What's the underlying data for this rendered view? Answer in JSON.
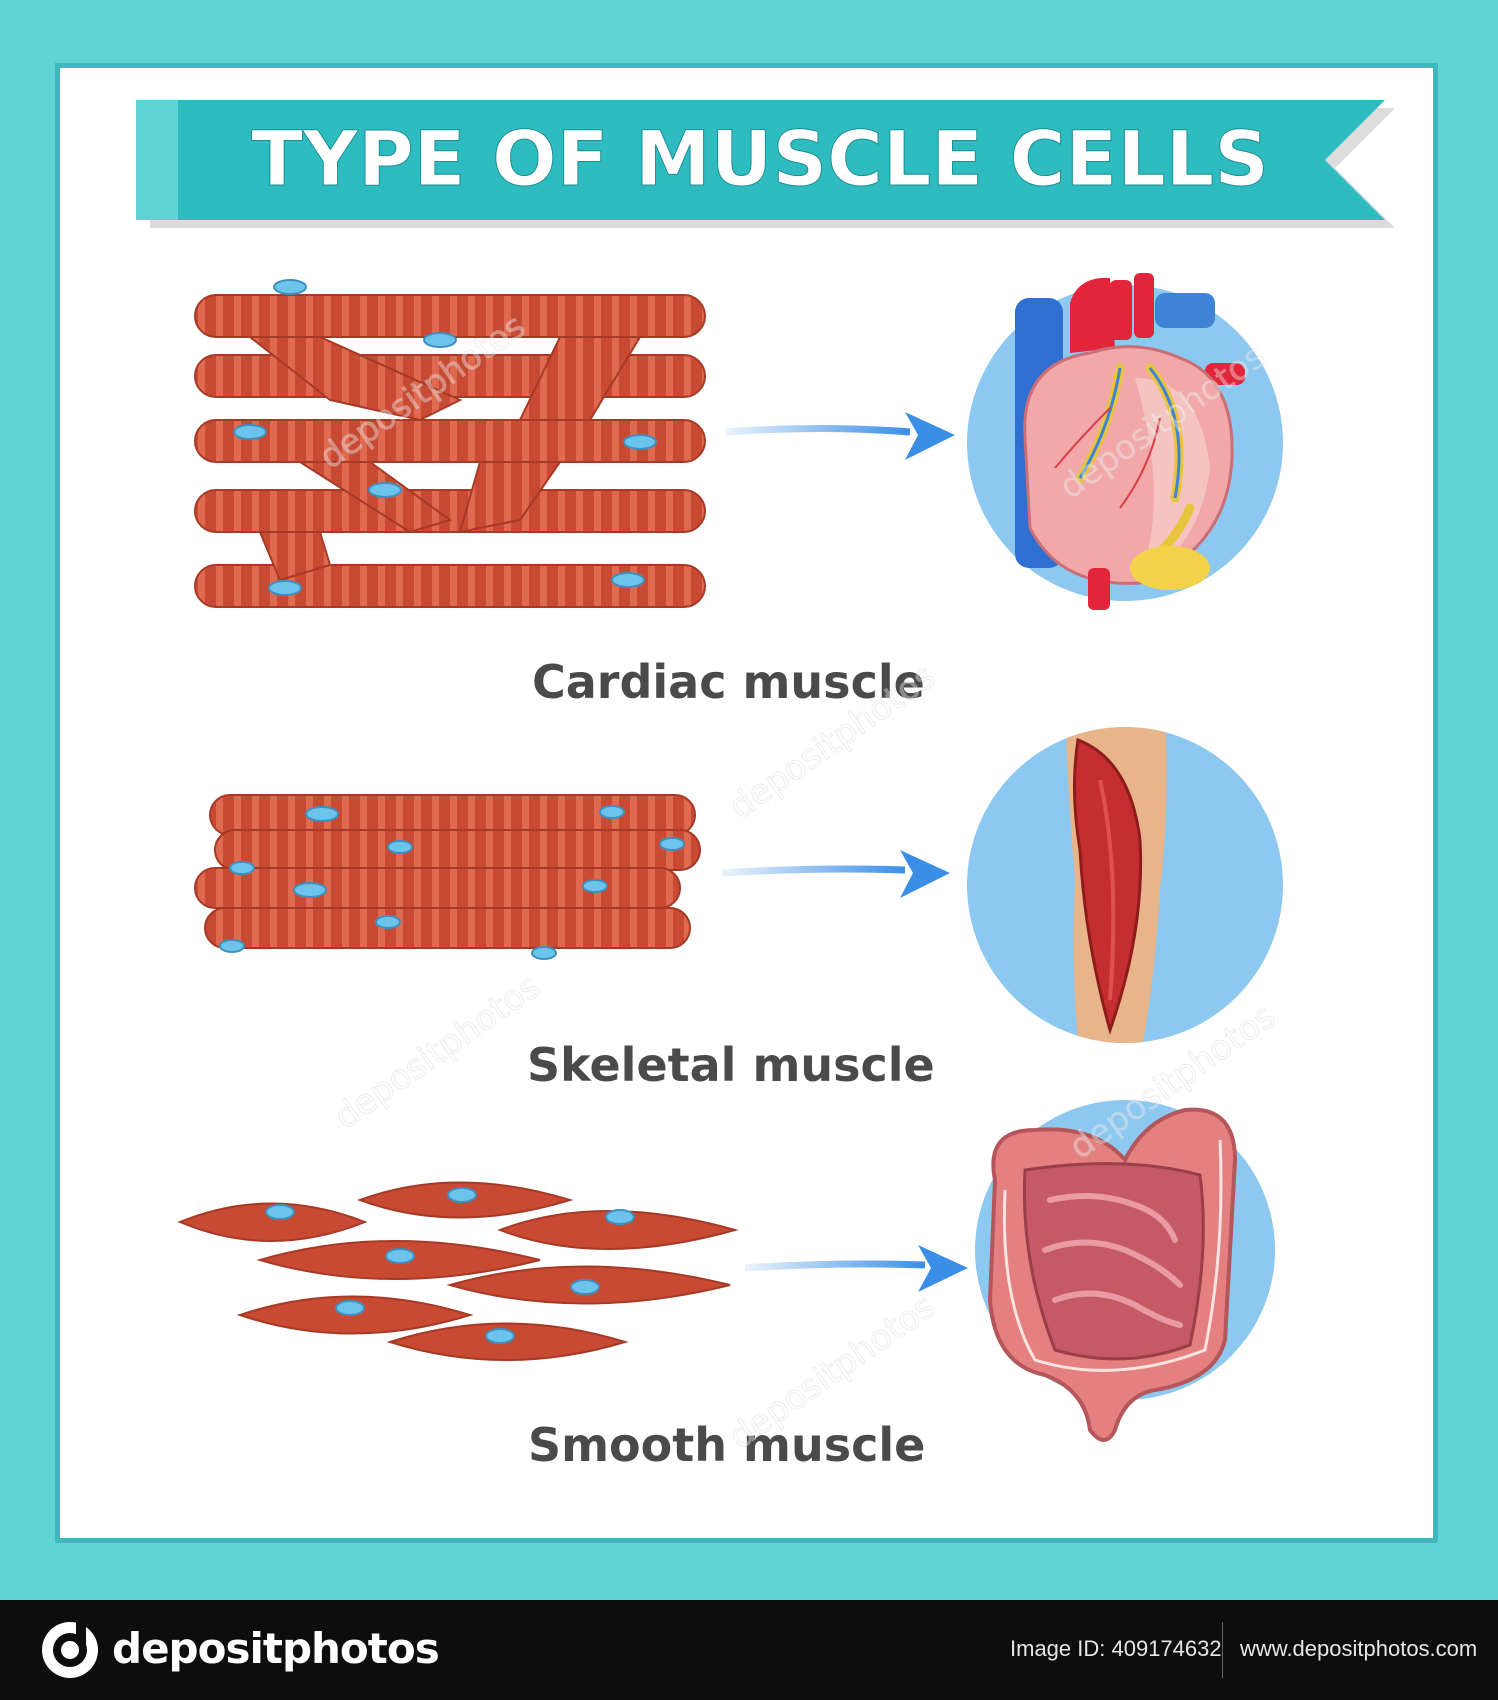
{
  "poster": {
    "title": "TYPE OF MUSCLE CELLS",
    "colors": {
      "frame": "#5ed4d6",
      "banner": "#2fbcc0",
      "muscle": "#c84a33",
      "nucleus": "#6cc4ec",
      "arrow": "#3a8ee6",
      "organ_bg": "#8cc8f0"
    },
    "sections": [
      {
        "label": "Cardiac muscle",
        "organ_icon": "heart-icon"
      },
      {
        "label": "Skeletal muscle",
        "organ_icon": "leg-muscle-icon"
      },
      {
        "label": "Smooth muscle",
        "organ_icon": "intestine-icon"
      }
    ]
  },
  "watermark": {
    "text": "depositphotos"
  },
  "footer": {
    "brand": "depositphotos",
    "image_id": "Image ID: 409174632",
    "url": "www.depositphotos.com"
  }
}
